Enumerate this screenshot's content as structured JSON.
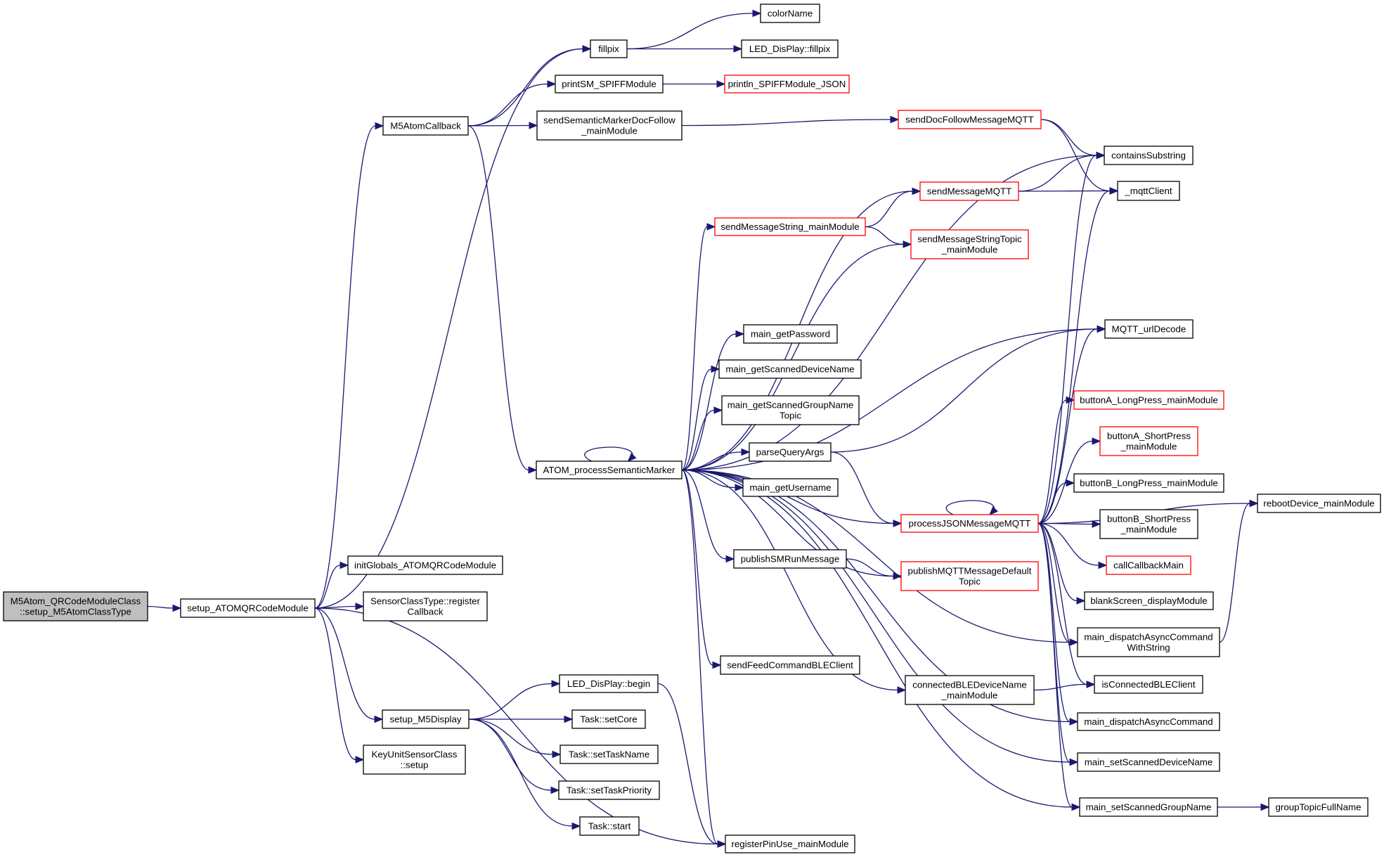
{
  "graph": {
    "type": "call-graph",
    "edge_color": "#191970",
    "node_border_default": "#000000",
    "node_border_incomplete": "#ff0000",
    "root_fill": "#bfbfbf",
    "nodes": [
      {
        "id": "root",
        "lines": [
          "M5Atom_QRCodeModuleClass",
          "::setup_M5AtomClassType"
        ],
        "style": "root"
      },
      {
        "id": "setupAtom",
        "lines": [
          "setup_ATOMQRCodeModule"
        ],
        "style": "normal"
      },
      {
        "id": "m5cb",
        "lines": [
          "M5AtomCallback"
        ],
        "style": "normal"
      },
      {
        "id": "fillpix",
        "lines": [
          "fillpix"
        ],
        "style": "normal"
      },
      {
        "id": "colorName",
        "lines": [
          "colorName"
        ],
        "style": "normal"
      },
      {
        "id": "ledFillpix",
        "lines": [
          "LED_DisPlay::fillpix"
        ],
        "style": "normal"
      },
      {
        "id": "printSM",
        "lines": [
          "printSM_SPIFFModule"
        ],
        "style": "normal"
      },
      {
        "id": "println",
        "lines": [
          "println_SPIFFModule_JSON"
        ],
        "style": "red"
      },
      {
        "id": "sendSMDoc",
        "lines": [
          "sendSemanticMarkerDocFollow",
          "_mainModule"
        ],
        "style": "normal"
      },
      {
        "id": "sendDocMQTT",
        "lines": [
          "sendDocFollowMessageMQTT"
        ],
        "style": "red"
      },
      {
        "id": "contains",
        "lines": [
          "containsSubstring"
        ],
        "style": "normal"
      },
      {
        "id": "mqttClient",
        "lines": [
          "_mqttClient"
        ],
        "style": "normal"
      },
      {
        "id": "sendMsgMQTT",
        "lines": [
          "sendMessageMQTT"
        ],
        "style": "red"
      },
      {
        "id": "sendMsgString",
        "lines": [
          "sendMessageString_mainModule"
        ],
        "style": "red"
      },
      {
        "id": "sendMsgStrTopic",
        "lines": [
          "sendMessageStringTopic",
          "_mainModule"
        ],
        "style": "red"
      },
      {
        "id": "urlDecode",
        "lines": [
          "MQTT_urlDecode"
        ],
        "style": "normal"
      },
      {
        "id": "getPassword",
        "lines": [
          "main_getPassword"
        ],
        "style": "normal"
      },
      {
        "id": "getScanDev",
        "lines": [
          "main_getScannedDeviceName"
        ],
        "style": "normal"
      },
      {
        "id": "getScanGroup",
        "lines": [
          "main_getScannedGroupName",
          "Topic"
        ],
        "style": "normal"
      },
      {
        "id": "atomProc",
        "lines": [
          "ATOM_processSemanticMarker"
        ],
        "style": "normal"
      },
      {
        "id": "parseQuery",
        "lines": [
          "parseQueryArgs"
        ],
        "style": "normal"
      },
      {
        "id": "getUsername",
        "lines": [
          "main_getUsername"
        ],
        "style": "normal"
      },
      {
        "id": "procJSON",
        "lines": [
          "processJSONMessageMQTT"
        ],
        "style": "red"
      },
      {
        "id": "publishSMRun",
        "lines": [
          "publishSMRunMessage"
        ],
        "style": "normal"
      },
      {
        "id": "publishDefault",
        "lines": [
          "publishMQTTMessageDefault",
          "Topic"
        ],
        "style": "red"
      },
      {
        "id": "sendFeed",
        "lines": [
          "sendFeedCommandBLEClient"
        ],
        "style": "normal"
      },
      {
        "id": "connectedBLE",
        "lines": [
          "connectedBLEDeviceName",
          "_mainModule"
        ],
        "style": "normal"
      },
      {
        "id": "btnALong",
        "lines": [
          "buttonA_LongPress_mainModule"
        ],
        "style": "red"
      },
      {
        "id": "btnAShort",
        "lines": [
          "buttonA_ShortPress",
          "_mainModule"
        ],
        "style": "red"
      },
      {
        "id": "btnBLong",
        "lines": [
          "buttonB_LongPress_mainModule"
        ],
        "style": "normal"
      },
      {
        "id": "btnBShort",
        "lines": [
          "buttonB_ShortPress",
          "_mainModule"
        ],
        "style": "normal"
      },
      {
        "id": "reboot",
        "lines": [
          "rebootDevice_mainModule"
        ],
        "style": "normal"
      },
      {
        "id": "callCb",
        "lines": [
          "callCallbackMain"
        ],
        "style": "red"
      },
      {
        "id": "blankScreen",
        "lines": [
          "blankScreen_displayModule"
        ],
        "style": "normal"
      },
      {
        "id": "dispatchStr",
        "lines": [
          "main_dispatchAsyncCommand",
          "WithString"
        ],
        "style": "normal"
      },
      {
        "id": "isConnBLE",
        "lines": [
          "isConnectedBLEClient"
        ],
        "style": "normal"
      },
      {
        "id": "dispatch",
        "lines": [
          "main_dispatchAsyncCommand"
        ],
        "style": "normal"
      },
      {
        "id": "setScanDev",
        "lines": [
          "main_setScannedDeviceName"
        ],
        "style": "normal"
      },
      {
        "id": "setScanGroup",
        "lines": [
          "main_setScannedGroupName"
        ],
        "style": "normal"
      },
      {
        "id": "groupTopic",
        "lines": [
          "groupTopicFullName"
        ],
        "style": "normal"
      },
      {
        "id": "initGlobals",
        "lines": [
          "initGlobals_ATOMQRCodeModule"
        ],
        "style": "normal"
      },
      {
        "id": "registerCb",
        "lines": [
          "SensorClassType::register",
          "Callback"
        ],
        "style": "normal"
      },
      {
        "id": "setupM5Disp",
        "lines": [
          "setup_M5Display"
        ],
        "style": "normal"
      },
      {
        "id": "ledBegin",
        "lines": [
          "LED_DisPlay::begin"
        ],
        "style": "normal"
      },
      {
        "id": "setCore",
        "lines": [
          "Task::setCore"
        ],
        "style": "normal"
      },
      {
        "id": "keyUnit",
        "lines": [
          "KeyUnitSensorClass",
          "::setup"
        ],
        "style": "normal"
      },
      {
        "id": "setTaskName",
        "lines": [
          "Task::setTaskName"
        ],
        "style": "normal"
      },
      {
        "id": "setTaskPrio",
        "lines": [
          "Task::setTaskPriority"
        ],
        "style": "normal"
      },
      {
        "id": "taskStart",
        "lines": [
          "Task::start"
        ],
        "style": "normal"
      },
      {
        "id": "registerPin",
        "lines": [
          "registerPinUse_mainModule"
        ],
        "style": "normal"
      }
    ],
    "edges": [
      [
        "root",
        "setupAtom"
      ],
      [
        "setupAtom",
        "m5cb"
      ],
      [
        "setupAtom",
        "fillpix"
      ],
      [
        "setupAtom",
        "initGlobals"
      ],
      [
        "setupAtom",
        "registerCb"
      ],
      [
        "setupAtom",
        "setupM5Disp"
      ],
      [
        "setupAtom",
        "keyUnit"
      ],
      [
        "setupAtom",
        "registerPin"
      ],
      [
        "m5cb",
        "fillpix"
      ],
      [
        "m5cb",
        "printSM"
      ],
      [
        "m5cb",
        "sendSMDoc"
      ],
      [
        "m5cb",
        "atomProc"
      ],
      [
        "fillpix",
        "colorName"
      ],
      [
        "fillpix",
        "ledFillpix"
      ],
      [
        "printSM",
        "println"
      ],
      [
        "sendSMDoc",
        "sendDocMQTT"
      ],
      [
        "sendDocMQTT",
        "contains"
      ],
      [
        "sendDocMQTT",
        "mqttClient"
      ],
      [
        "sendMsgMQTT",
        "contains"
      ],
      [
        "sendMsgMQTT",
        "mqttClient"
      ],
      [
        "sendMsgString",
        "sendMsgMQTT"
      ],
      [
        "sendMsgString",
        "sendMsgStrTopic"
      ],
      [
        "atomProc",
        "atomProc"
      ],
      [
        "atomProc",
        "contains"
      ],
      [
        "atomProc",
        "sendMsgMQTT"
      ],
      [
        "atomProc",
        "sendMsgString"
      ],
      [
        "atomProc",
        "sendMsgStrTopic"
      ],
      [
        "atomProc",
        "urlDecode"
      ],
      [
        "atomProc",
        "getPassword"
      ],
      [
        "atomProc",
        "getScanDev"
      ],
      [
        "atomProc",
        "getScanGroup"
      ],
      [
        "atomProc",
        "parseQuery"
      ],
      [
        "atomProc",
        "getUsername"
      ],
      [
        "atomProc",
        "procJSON"
      ],
      [
        "atomProc",
        "publishSMRun"
      ],
      [
        "atomProc",
        "publishDefault"
      ],
      [
        "atomProc",
        "dispatchStr"
      ],
      [
        "atomProc",
        "sendFeed"
      ],
      [
        "atomProc",
        "connectedBLE"
      ],
      [
        "atomProc",
        "dispatch"
      ],
      [
        "atomProc",
        "setScanDev"
      ],
      [
        "atomProc",
        "setScanGroup"
      ],
      [
        "atomProc",
        "registerPin"
      ],
      [
        "parseQuery",
        "urlDecode"
      ],
      [
        "parseQuery",
        "procJSON"
      ],
      [
        "publishSMRun",
        "publishDefault"
      ],
      [
        "connectedBLE",
        "isConnBLE"
      ],
      [
        "procJSON",
        "procJSON"
      ],
      [
        "procJSON",
        "contains"
      ],
      [
        "procJSON",
        "mqttClient"
      ],
      [
        "procJSON",
        "urlDecode"
      ],
      [
        "procJSON",
        "reboot"
      ],
      [
        "procJSON",
        "btnALong"
      ],
      [
        "procJSON",
        "btnAShort"
      ],
      [
        "procJSON",
        "btnBLong"
      ],
      [
        "procJSON",
        "btnBShort"
      ],
      [
        "procJSON",
        "callCb"
      ],
      [
        "procJSON",
        "blankScreen"
      ],
      [
        "procJSON",
        "dispatchStr"
      ],
      [
        "procJSON",
        "isConnBLE"
      ],
      [
        "procJSON",
        "dispatch"
      ],
      [
        "procJSON",
        "setScanDev"
      ],
      [
        "procJSON",
        "setScanGroup"
      ],
      [
        "dispatchStr",
        "reboot"
      ],
      [
        "setScanGroup",
        "groupTopic"
      ],
      [
        "setupM5Disp",
        "ledBegin"
      ],
      [
        "setupM5Disp",
        "setCore"
      ],
      [
        "setupM5Disp",
        "setTaskName"
      ],
      [
        "setupM5Disp",
        "setTaskPrio"
      ],
      [
        "setupM5Disp",
        "taskStart"
      ],
      [
        "ledBegin",
        "registerPin"
      ]
    ]
  }
}
